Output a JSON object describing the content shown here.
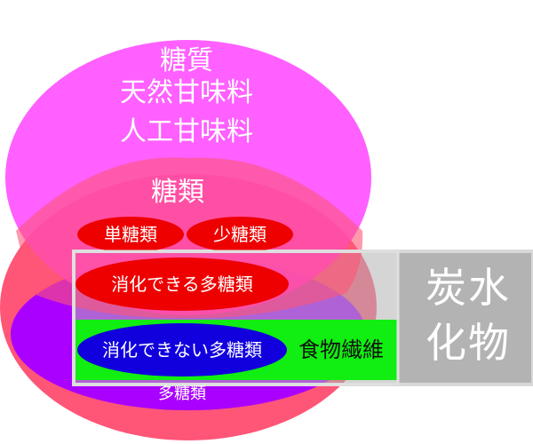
{
  "labels": {
    "tousitsu": [
      "糖質",
      "天然甘味料",
      "人工甘味料"
    ],
    "tourui": "糖類",
    "tantourui": "単糖類",
    "shoutourui": "少糖類",
    "digestible": "消化できる多糖類",
    "indigestible": "消化できない多糖類",
    "fiber": "食物繊維",
    "polysaccharides": "多糖類",
    "carbohydrate": [
      "炭水",
      "化物"
    ]
  },
  "colors": {
    "tousitsu": "#ff44ff",
    "tourui": "#ff5577",
    "polysaccharides": "#aa00ff",
    "mono": "#ee0000",
    "digestible": "#ee0000",
    "indigestible": "#1100dd",
    "fiber": "#11ee11",
    "carbohydrate": "#b3b3b3"
  }
}
